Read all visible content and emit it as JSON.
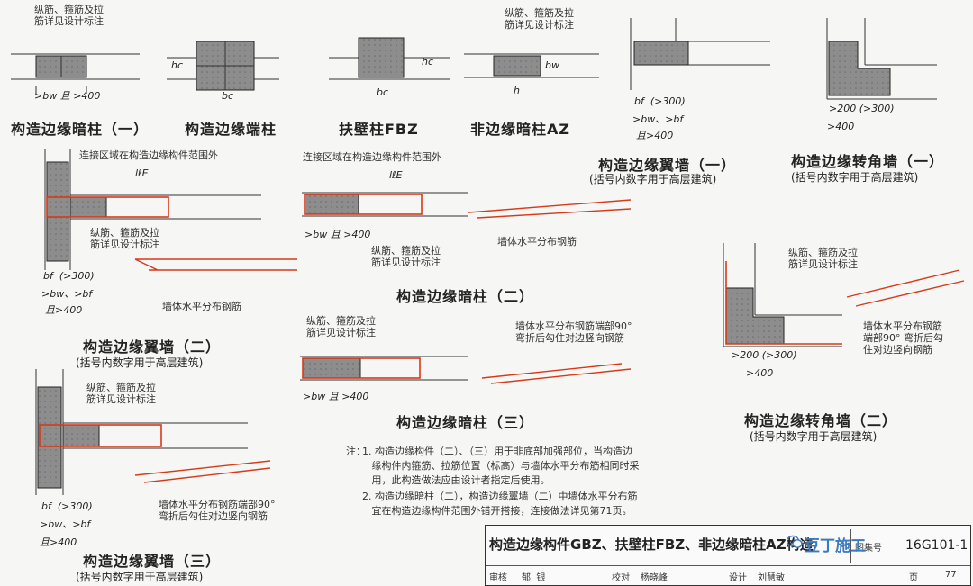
{
  "labels": {
    "rebar_note": "纵筋、箍筋及拉\n筋详见设计标注",
    "rebar_note_b": "纵筋、箍筋及拉\n筋详见设计标注",
    "connection_note": "连接区域在构造边缘构件范围外",
    "wall_rebar": "墙体水平分布钢筋",
    "wall_rebar_end": "墙体水平分布钢筋端部90°\n弯折后勾住对边竖向钢筋",
    "wall_rebar_end_b": "墙体水平分布钢筋\n端部90° 弯折后勾\n住对边竖向钢筋"
  },
  "captions": {
    "c1": "构造边缘暗柱（一）",
    "c2": "构造边缘端柱",
    "c3": "扶壁柱FBZ",
    "c4": "非边缘暗柱AZ",
    "c5": "构造边缘翼墙（一）",
    "c5_sub": "(括号内数字用于高层建筑)",
    "c6": "构造边缘转角墙（一）",
    "c6_sub": "(括号内数字用于高层建筑)",
    "c7": "构造边缘翼墙（二）",
    "c7_sub": "(括号内数字用于高层建筑)",
    "c8": "构造边缘暗柱（二）",
    "c9": "构造边缘暗柱（三）",
    "c10": "构造边缘转角墙（二）",
    "c10_sub": "(括号内数字用于高层建筑)",
    "c11": "构造边缘翼墙（三）",
    "c11_sub": "(括号内数字用于高层建筑)"
  },
  "dims": {
    "bw_400": ">bw 且 >400",
    "bc": "bc",
    "hc": "hc",
    "h": "h",
    "bw": "bw",
    "bf_300": "bf  (>300)",
    "bw_bf": ">bw、>bf",
    "and400": "且>400",
    "gt400": ">400",
    "gt200_300": ">200 (>300)",
    "lle": "lℓE"
  },
  "notes": {
    "heading": "注：",
    "n1": "1. 构造边缘构件（二）、（三）用于非底部加强部位，当构造边\n   缘构件内箍筋、拉筋位置（标高）与墙体水平分布筋相同时采\n   用，此构造做法应由设计者指定后使用。",
    "n2": "2. 构造边缘暗柱（二），构造边缘翼墙（二）中墙体水平分布筋\n   宜在构造边缘构件范围外错开搭接，连接做法详见第71页。"
  },
  "title_block": {
    "title": "构造边缘构件GBZ、扶壁柱FBZ、非边缘暗柱AZ构造",
    "atlas_label": "图集号",
    "atlas_no": "16G101-1",
    "page_label": "页",
    "page_no": "77",
    "row": [
      "审核",
      "郁  银",
      "校对",
      "杨晓峰",
      "设计",
      "刘慧敏"
    ],
    "watermark": "豆丁施工"
  },
  "colors": {
    "concrete": "#8a8a8a",
    "rebar": "#d63a1a",
    "line": "#333333"
  }
}
